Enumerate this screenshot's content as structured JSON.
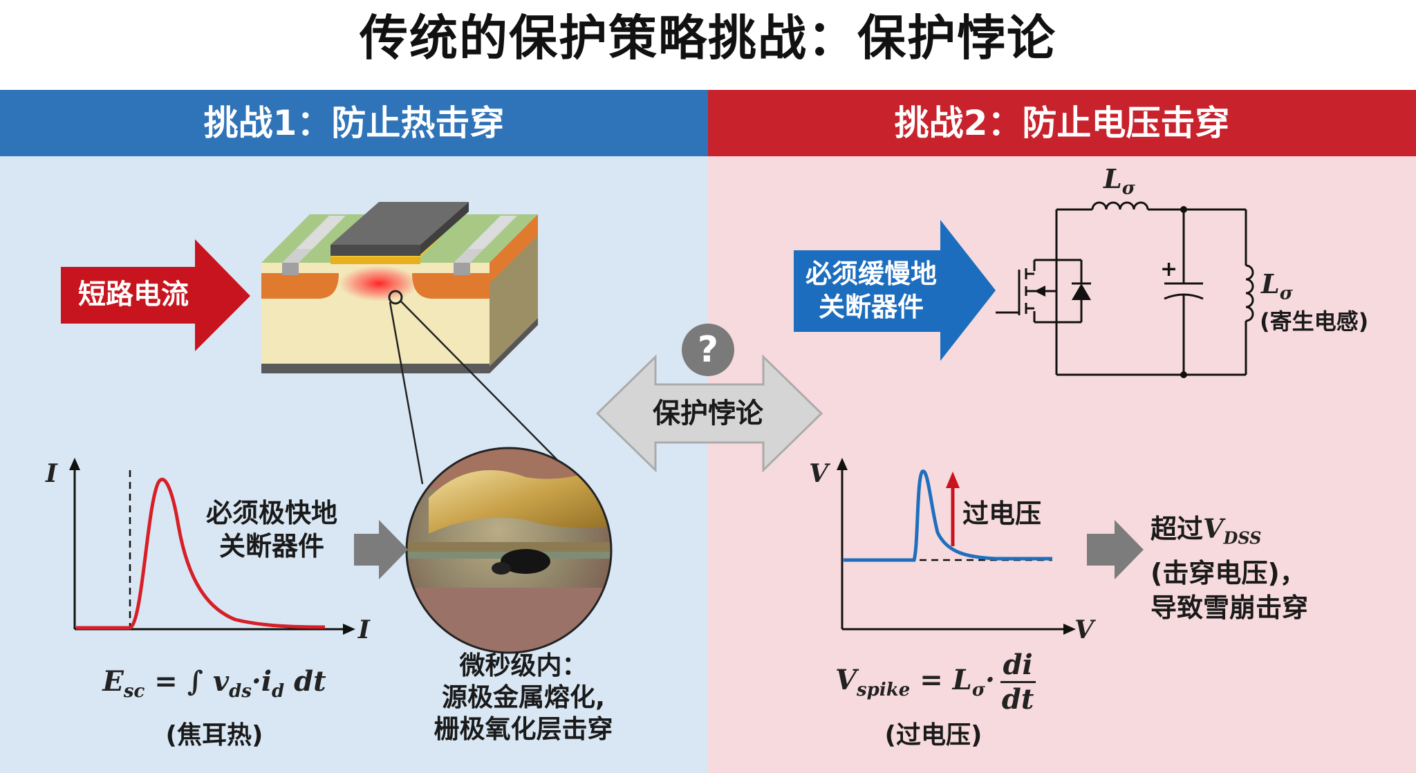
{
  "title": "传统的保护策略挑战：保护悖论",
  "left": {
    "header": "挑战1：防止热击穿",
    "arrow_label": "短路电流",
    "action_line1": "必须极快地",
    "action_line2": "关断器件",
    "graph_y": "I",
    "graph_x": "I",
    "formula_caption": "(焦耳热)",
    "damage_line1": "微秒级内：",
    "damage_line2": "源极金属熔化,",
    "damage_line3": "栅极氧化层击穿"
  },
  "center": {
    "question": "?",
    "label": "保护悖论"
  },
  "right": {
    "header": "挑战2：防止电压击穿",
    "arrow_line1": "必须缓慢地",
    "arrow_line2": "关断器件",
    "inductor_top": "L",
    "inductor_top_sub": "σ",
    "inductor_right": "L",
    "inductor_right_sub": "σ",
    "inductor_note": "(寄生电感)",
    "cap_plus": "+",
    "graph_y": "V",
    "graph_x": "V",
    "overvoltage": "过电压",
    "result_line1": "超过",
    "result_vdss": "V",
    "result_vdss_sub": "DSS",
    "result_line2": "(击穿电压)，",
    "result_line3": "导致雪崩击穿",
    "formula_caption": "(过电压)"
  },
  "colors": {
    "blue_header": "#2f73b8",
    "red_header": "#c8222c",
    "left_bg": "#d9e7f4",
    "right_bg": "#f7dadd",
    "red_arrow": "#c8141e",
    "blue_arrow": "#1c6dbe",
    "current_curve": "#d61f26",
    "voltage_curve": "#1f6fbf"
  },
  "icons": {
    "question": "question-circle-icon",
    "gray_arrow": "right-arrow-icon"
  }
}
